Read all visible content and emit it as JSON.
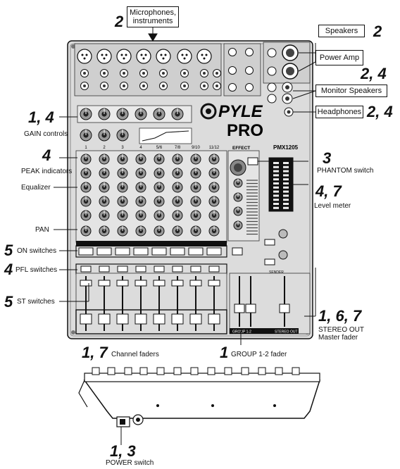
{
  "callouts": {
    "mic": {
      "number": "2",
      "label_line1": "Microphones,",
      "label_line2": "instruments"
    },
    "speakers": {
      "label": "Speakers",
      "number": "2"
    },
    "power_amp": {
      "label": "Power Amp",
      "number": "2, 4"
    },
    "monitor": {
      "label": "Monitor Speakers"
    },
    "headphones": {
      "label": "Headphones",
      "number": "2, 4"
    },
    "gain": {
      "number": "1, 4",
      "label": "GAIN controls"
    },
    "peak": {
      "number": "4",
      "label": "PEAK indicators"
    },
    "equalizer": {
      "label": "Equalizer"
    },
    "phantom": {
      "number": "3",
      "label": "PHANTOM switch"
    },
    "level_meter": {
      "number": "4, 7",
      "label": "Level meter"
    },
    "pan": {
      "label": "PAN"
    },
    "on": {
      "number": "5",
      "label": "ON switches"
    },
    "pfl": {
      "number": "4",
      "label": "PFL switches"
    },
    "st": {
      "number": "5",
      "label": "ST switches"
    },
    "stereo_out": {
      "number": "1, 6, 7",
      "label_line1": "STEREO OUT",
      "label_line2": "Master fader"
    },
    "channel_faders": {
      "number": "1, 7",
      "label": "Channel faders"
    },
    "group_fader": {
      "number": "1",
      "label": "GROUP 1-2 fader"
    },
    "power_switch": {
      "number": "1, 3",
      "label": "POWER switch"
    }
  },
  "device": {
    "brand": "PYLE",
    "brand_sub": "PRO",
    "model": "PMX1205",
    "channel_labels": [
      "1",
      "2",
      "3",
      "4",
      "5/6",
      "7/8",
      "9/10",
      "11/12"
    ],
    "effect_label": "EFFECT",
    "group_label": "GROUP 1-2",
    "stereo_label": "STEREO OUT"
  },
  "colors": {
    "ink": "#111111",
    "panel": "#d8d8d8",
    "panel_dark": "#9a9a9a"
  }
}
